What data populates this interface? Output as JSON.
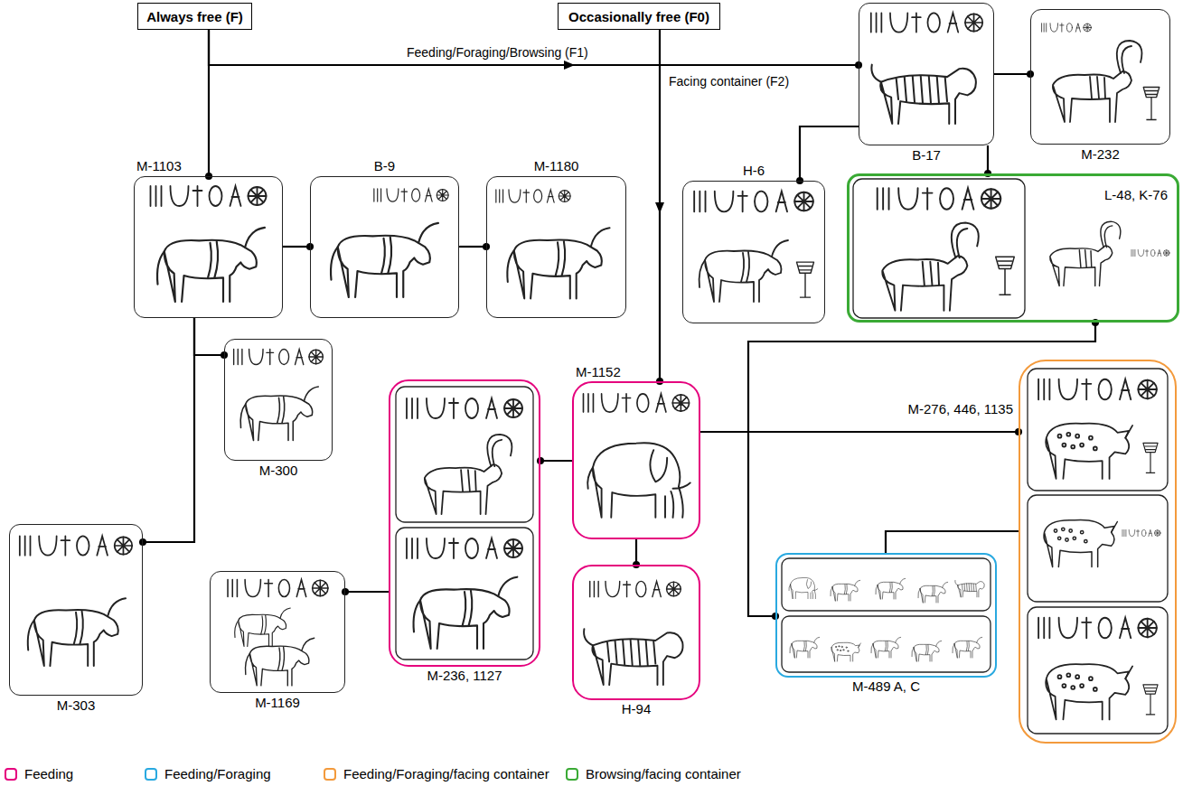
{
  "diagram": {
    "nodes": [
      {
        "text": [
          "Always free (F)"
        ]
      },
      {
        "text": [
          "Occasionally free (F0)"
        ]
      },
      {
        "text": [
          "B-17"
        ]
      },
      {
        "text": [
          "M-232"
        ]
      },
      {
        "text": [
          "M-1103"
        ]
      },
      {
        "text": [
          "B-9"
        ]
      },
      {
        "text": [
          "M-1180"
        ]
      },
      {
        "text": [
          "H-6"
        ]
      },
      {
        "text": [
          "L-48, K-76"
        ]
      },
      {
        "text": [
          "M-300"
        ]
      },
      {
        "text": [
          "M-236, 1127"
        ]
      },
      {
        "text": [
          "M-1152"
        ]
      },
      {
        "text": [
          "M-276, 446, 1135"
        ]
      },
      {
        "text": [
          "M-303"
        ]
      },
      {
        "text": [
          "M-1169"
        ]
      },
      {
        "text": [
          "H-94"
        ]
      },
      {
        "text": [
          "M-489 A, C"
        ]
      }
    ],
    "edges": [
      {
        "from": 0,
        "to": 4,
        "arrow": "to"
      },
      {
        "from": 0,
        "to": 2,
        "label": "Feeding/Foraging/Browsing (F1)",
        "arrow": "to"
      },
      {
        "from": 1,
        "to": 11,
        "arrow": "to"
      },
      {
        "from": 4,
        "to": 5,
        "arrow": "to"
      },
      {
        "from": 5,
        "to": 6,
        "arrow": "to"
      },
      {
        "from": 4,
        "to": 9,
        "arrow": "to"
      },
      {
        "from": 4,
        "to": 13,
        "arrow": "to"
      },
      {
        "from": 2,
        "to": 3,
        "arrow": "to"
      },
      {
        "from": 2,
        "to": 7,
        "arrow": "to"
      },
      {
        "from": 2,
        "to": 8,
        "arrow": "to"
      },
      {
        "from": 11,
        "to": 10,
        "arrow": "to"
      },
      {
        "from": 10,
        "to": 14,
        "arrow": "to"
      },
      {
        "from": 11,
        "to": 15,
        "arrow": "to"
      },
      {
        "from": 11,
        "to": 12,
        "arrow": "to"
      },
      {
        "from": 16,
        "to": 12,
        "arrow": "none"
      },
      {
        "from": 8,
        "to": 16,
        "arrow": "both"
      }
    ],
    "labels": [
      "Facing container (F2)"
    ],
    "legend": [
      {
        "text": "Feeding",
        "color": "#e5007d"
      },
      {
        "text": "Feeding/Foraging",
        "color": "#29a9e0"
      },
      {
        "text": "Feeding/Foraging/facing container",
        "color": "#f39a3c"
      },
      {
        "text": "Browsing/facing container",
        "color": "#3aaa35"
      }
    ]
  }
}
